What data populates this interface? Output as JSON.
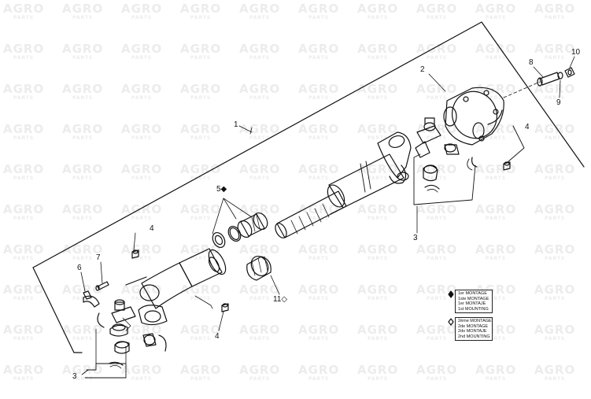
{
  "watermark": {
    "brand": "AGRO",
    "sub": "PARTS"
  },
  "callouts": [
    {
      "id": "c1",
      "text": "1"
    },
    {
      "id": "c2",
      "text": "2"
    },
    {
      "id": "c3a",
      "text": "3"
    },
    {
      "id": "c3b",
      "text": "3"
    },
    {
      "id": "c4a",
      "text": "4"
    },
    {
      "id": "c4b",
      "text": "4"
    },
    {
      "id": "c4c",
      "text": "4"
    },
    {
      "id": "c5",
      "text": "5◆"
    },
    {
      "id": "c6",
      "text": "6"
    },
    {
      "id": "c7",
      "text": "7"
    },
    {
      "id": "c8",
      "text": "8"
    },
    {
      "id": "c9",
      "text": "9"
    },
    {
      "id": "c10",
      "text": "10"
    },
    {
      "id": "c11",
      "text": "11◇"
    }
  ],
  "legend": {
    "first": {
      "symbol": "◆",
      "lines": [
        "1er MONTAGE",
        "1ste MONTAGE",
        "1er MONTAJE",
        "1st MOUNTING"
      ]
    },
    "second": {
      "symbol": "◇",
      "lines": [
        "2ème MONTAGE",
        "2de MONTAGE",
        "2do MONTAJE",
        "2nd MOUNTING"
      ]
    }
  }
}
